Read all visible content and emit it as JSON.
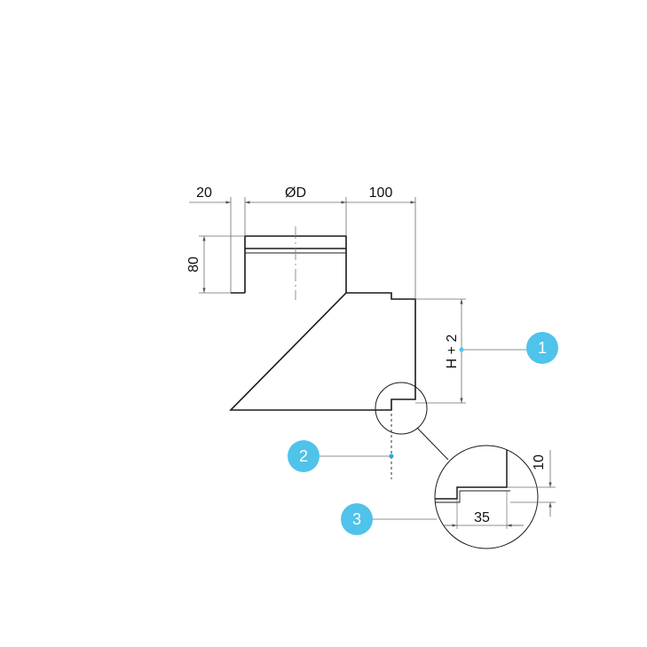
{
  "dimensions": {
    "left_offset": "20",
    "diameter": "ØD",
    "right_offset": "100",
    "pipe_height": "80",
    "body_height": "H + 2",
    "step_height": "10",
    "step_width": "35"
  },
  "callouts": [
    {
      "number": "1"
    },
    {
      "number": "2"
    },
    {
      "number": "3"
    }
  ],
  "colors": {
    "callout_fill": "#4fc3ea",
    "callout_dot": "#2aa9d8",
    "line": "#1a1a1a",
    "dim_line": "#6b6b6b"
  }
}
